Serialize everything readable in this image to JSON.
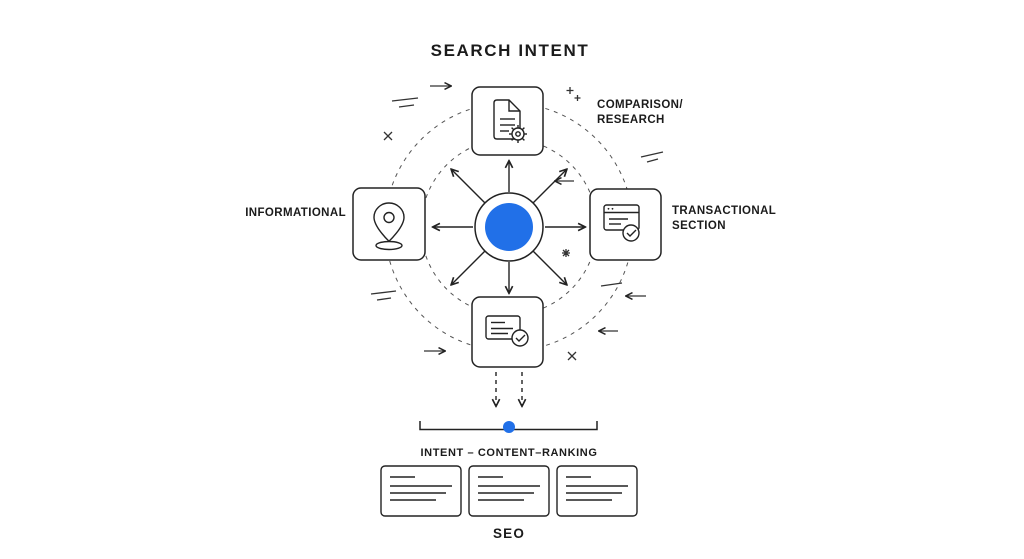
{
  "diagram": {
    "title": "SEARCH INTENT",
    "labels": {
      "comparison_line1": "COMPARISON/",
      "comparison_line2": "RESEARCH",
      "informational": "INFORMATIONAL",
      "transactional_line1": "TRANSACTIONAL",
      "transactional_line2": "SECTION"
    },
    "nodes": {
      "top_icon": "document-gear-icon",
      "left_icon": "location-pin-icon",
      "right_icon": "browser-check-icon",
      "bottom_icon": "card-check-icon"
    },
    "pipeline": {
      "bracket_label": "INTENT – CONTENT–RANKING",
      "footer_label": "SEO",
      "result_cards_count": 3
    },
    "colors": {
      "accent_blue": "#2170E8",
      "line_dark": "#222222",
      "background": "#FFFFFF"
    }
  }
}
